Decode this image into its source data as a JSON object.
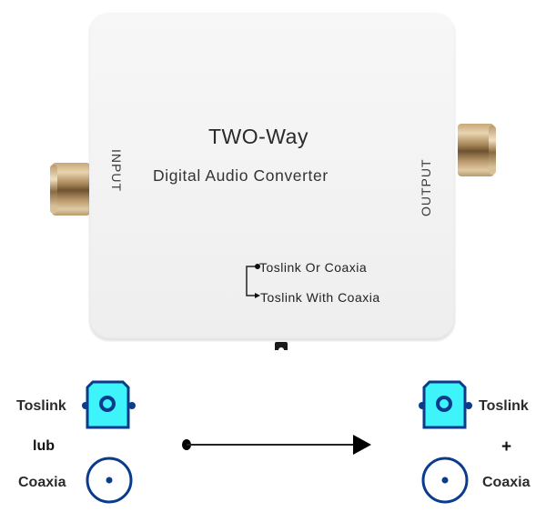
{
  "device": {
    "title": "TWO-Way",
    "subtitle": "Digital  Audio Converter",
    "input_label": "INPUT",
    "output_label": "OUTPUT",
    "modes": [
      "Toslink Or Coaxia",
      "Toslink With Coaxia"
    ],
    "color_body": "#f4f4f4",
    "color_jack": "#b8986c"
  },
  "diagram": {
    "input": {
      "top_label": "Toslink",
      "middle_label": "lub",
      "bottom_label": "Coaxia"
    },
    "output": {
      "top_label": "Toslink",
      "middle_label": "+",
      "bottom_label": "Coaxia"
    },
    "icon_fill": "#3ff3fa",
    "icon_stroke": "#0b3b8c"
  }
}
